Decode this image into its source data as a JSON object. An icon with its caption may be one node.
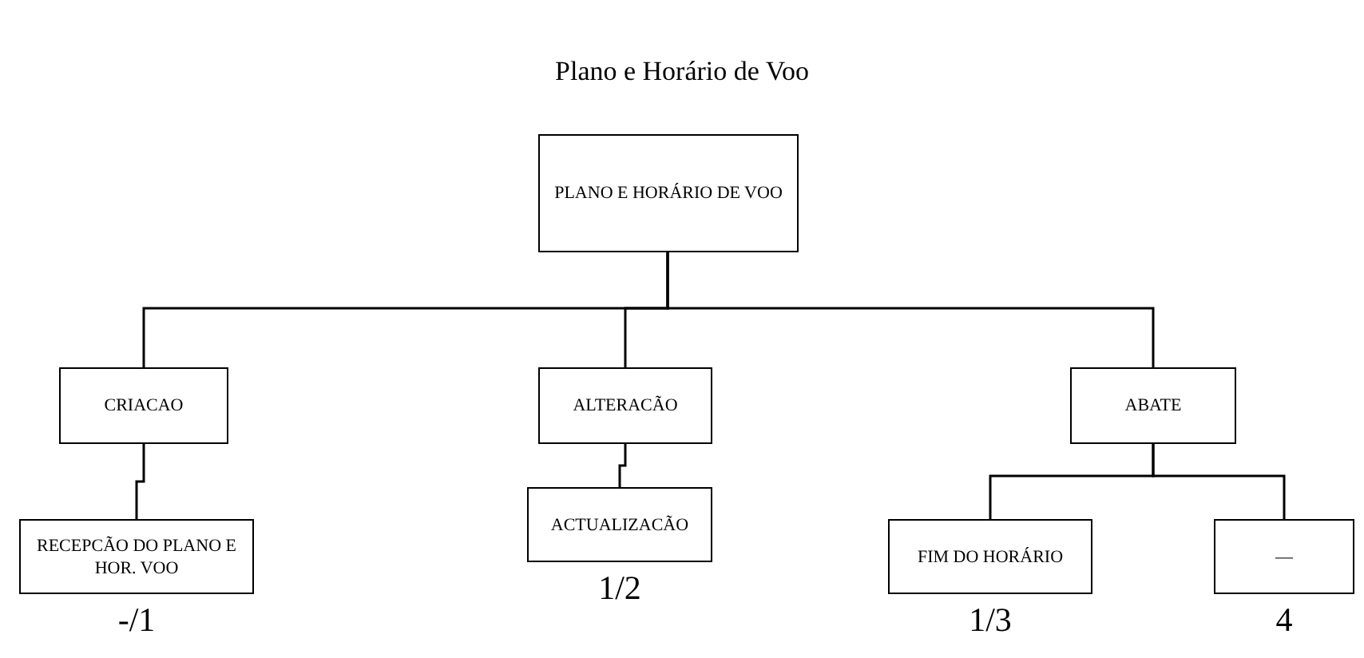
{
  "diagram": {
    "title": "Plano e Horário de Voo",
    "nodes": [
      {
        "text": [
          "PLANO E HORÁRIO DE VOO"
        ]
      },
      {
        "text": [
          "CRIACAO"
        ]
      },
      {
        "text": [
          "ALTERACÃO"
        ]
      },
      {
        "text": [
          "ABATE"
        ]
      },
      {
        "text": [
          "RECEPCÃO DO PLANO E HOR. VOO"
        ],
        "beside": [
          "-/1"
        ]
      },
      {
        "text": [
          "ACTUALIZACÃO"
        ],
        "beside": [
          "1/2"
        ]
      },
      {
        "text": [
          "FIM DO HORÁRIO"
        ],
        "beside": [
          "1/3"
        ]
      },
      {
        "text": [
          "—"
        ],
        "beside": [
          "4"
        ]
      }
    ],
    "edges": [
      {
        "from": 0,
        "to": 1,
        "arrow": "none"
      },
      {
        "from": 0,
        "to": 2,
        "arrow": "none"
      },
      {
        "from": 0,
        "to": 3,
        "arrow": "none"
      },
      {
        "from": 1,
        "to": 4,
        "arrow": "none"
      },
      {
        "from": 2,
        "to": 5,
        "arrow": "none"
      },
      {
        "from": 3,
        "to": 6,
        "arrow": "none"
      },
      {
        "from": 3,
        "to": 7,
        "arrow": "none"
      }
    ]
  }
}
